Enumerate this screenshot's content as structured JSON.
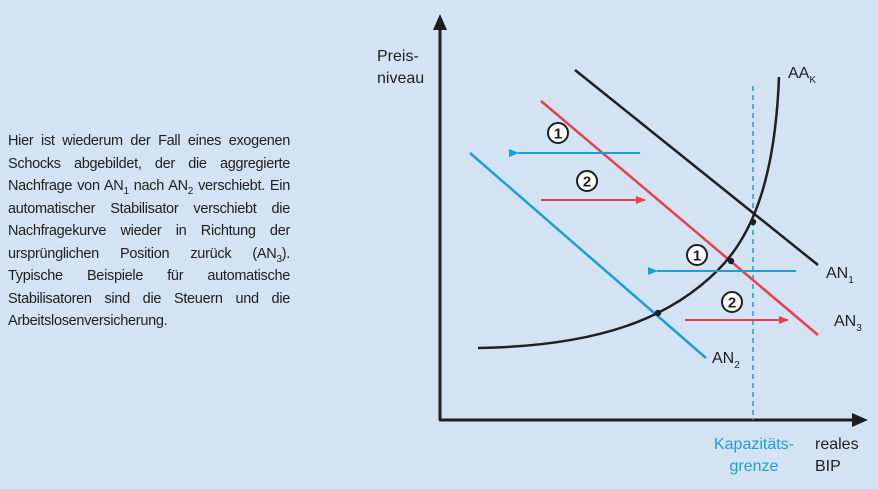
{
  "description": {
    "segments": [
      {
        "text": "Hier ist wiederum der Fall eines exogenen Schocks abgebildet, der die aggregierte Nachfrage von AN"
      },
      {
        "text": "1",
        "sub": true
      },
      {
        "text": " nach AN"
      },
      {
        "text": "2",
        "sub": true
      },
      {
        "text": " verschiebt. Ein automatischer Stabilisator verschiebt die Nachfragekurve wieder in Richtung der ursprünglichen Position zurück (AN"
      },
      {
        "text": "3",
        "sub": true
      },
      {
        "text": "). Typische Beispiele für automatische Stabilisatoren sind die Steuern und die Arbeitslosenversicherung."
      }
    ]
  },
  "diagram": {
    "y_axis_label": [
      "Preis-",
      "niveau"
    ],
    "x_axis_label": [
      "reales",
      "BIP"
    ],
    "capacity_label": [
      "Kapazitäts-",
      "grenze"
    ],
    "curves": {
      "aa": {
        "main": "AA",
        "sub": "K"
      },
      "an1": {
        "main": "AN",
        "sub": "1"
      },
      "an2": {
        "main": "AN",
        "sub": "2"
      },
      "an3": {
        "main": "AN",
        "sub": "3"
      }
    },
    "markers": {
      "one": "1",
      "two": "2"
    },
    "colors": {
      "black": "#1f1f1f",
      "blue": "#1aa0d8",
      "red": "#e8404a",
      "background": "#d3e3f3"
    }
  }
}
